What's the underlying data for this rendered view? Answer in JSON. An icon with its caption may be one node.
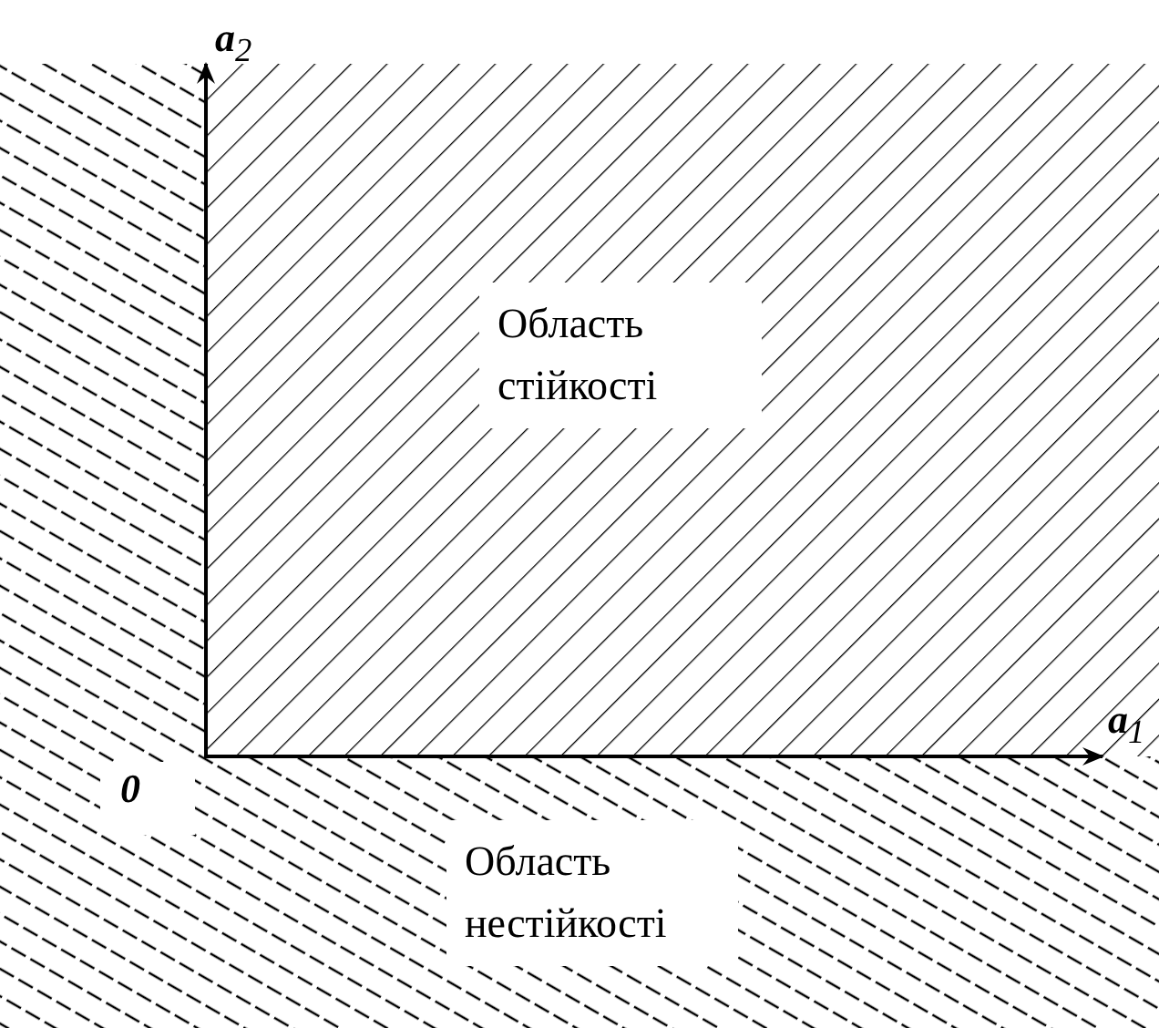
{
  "diagram": {
    "nodes": [
      {
        "text": [
          "Область стійкості"
        ]
      },
      {
        "text": [
          "Область нестійкості"
        ]
      }
    ],
    "labels": [
      "**a**$_{2}$",
      "**a**$_{1}$",
      "0"
    ]
  }
}
